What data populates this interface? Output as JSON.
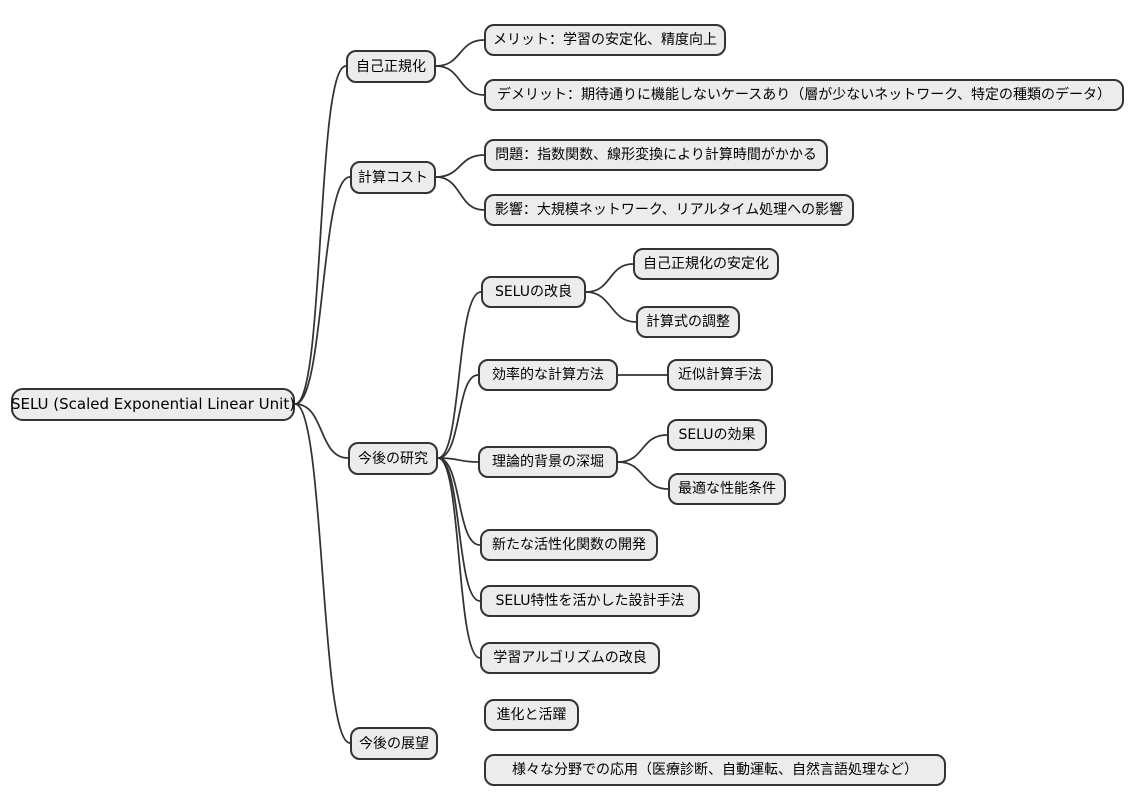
{
  "diagram": {
    "type": "mindmap",
    "colors": {
      "background": "#ffffff",
      "node_fill": "#ececec",
      "node_border": "#333333",
      "edge": "#333333",
      "text": "#000000"
    },
    "root": {
      "label": "SELU (Scaled Exponential Linear Unit)",
      "children": [
        {
          "label": "自己正規化",
          "children": [
            {
              "label": "メリット：学習の安定化、精度向上"
            },
            {
              "label": "デメリット：期待通りに機能しないケースあり（層が少ないネットワーク、特定の種類のデータ）"
            }
          ]
        },
        {
          "label": "計算コスト",
          "children": [
            {
              "label": "問題：指数関数、線形変換により計算時間がかかる"
            },
            {
              "label": "影響：大規模ネットワーク、リアルタイム処理への影響"
            }
          ]
        },
        {
          "label": "今後の研究",
          "children": [
            {
              "label": "SELUの改良",
              "children": [
                {
                  "label": "自己正規化の安定化"
                },
                {
                  "label": "計算式の調整"
                }
              ]
            },
            {
              "label": "効率的な計算方法",
              "children": [
                {
                  "label": "近似計算手法"
                }
              ]
            },
            {
              "label": "理論的背景の深堀",
              "children": [
                {
                  "label": "SELUの効果"
                },
                {
                  "label": "最適な性能条件"
                }
              ]
            },
            {
              "label": "新たな活性化関数の開発"
            },
            {
              "label": "SELU特性を活かした設計手法"
            },
            {
              "label": "学習アルゴリズムの改良"
            }
          ]
        },
        {
          "label": "今後の展望",
          "children": [
            {
              "label": "進化と活躍"
            },
            {
              "label": "様々な分野での応用（医療診断、自動運転、自然言語処理など）"
            }
          ]
        }
      ]
    }
  }
}
